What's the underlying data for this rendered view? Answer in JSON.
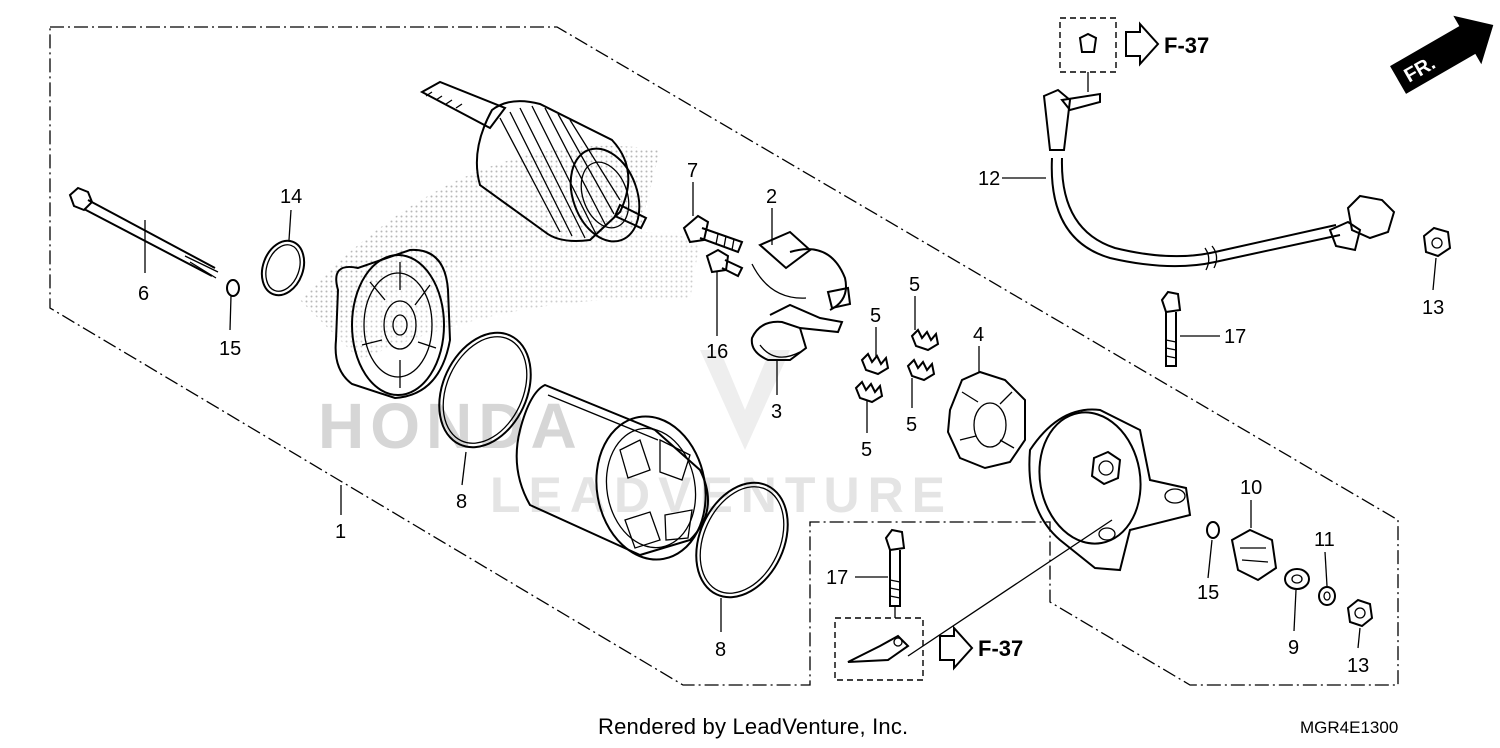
{
  "callouts": {
    "c1": "1",
    "c2": "2",
    "c3": "3",
    "c4": "4",
    "c5a": "5",
    "c5b": "5",
    "c5c": "5",
    "c5d": "5",
    "c6": "6",
    "c7": "7",
    "c8a": "8",
    "c8b": "8",
    "c9": "9",
    "c10": "10",
    "c11": "11",
    "c12": "12",
    "c13a": "13",
    "c13b": "13",
    "c14": "14",
    "c15a": "15",
    "c15b": "15",
    "c16": "16",
    "c17a": "17",
    "c17b": "17"
  },
  "refs": {
    "top": "F-37",
    "bottom": "F-37"
  },
  "direction": {
    "label": "FR."
  },
  "watermark": {
    "brand": "HONDA",
    "dealer": "LEADVENTURE"
  },
  "footer": {
    "credit": "Rendered by LeadVenture, Inc.",
    "code": "MGR4E1300"
  }
}
